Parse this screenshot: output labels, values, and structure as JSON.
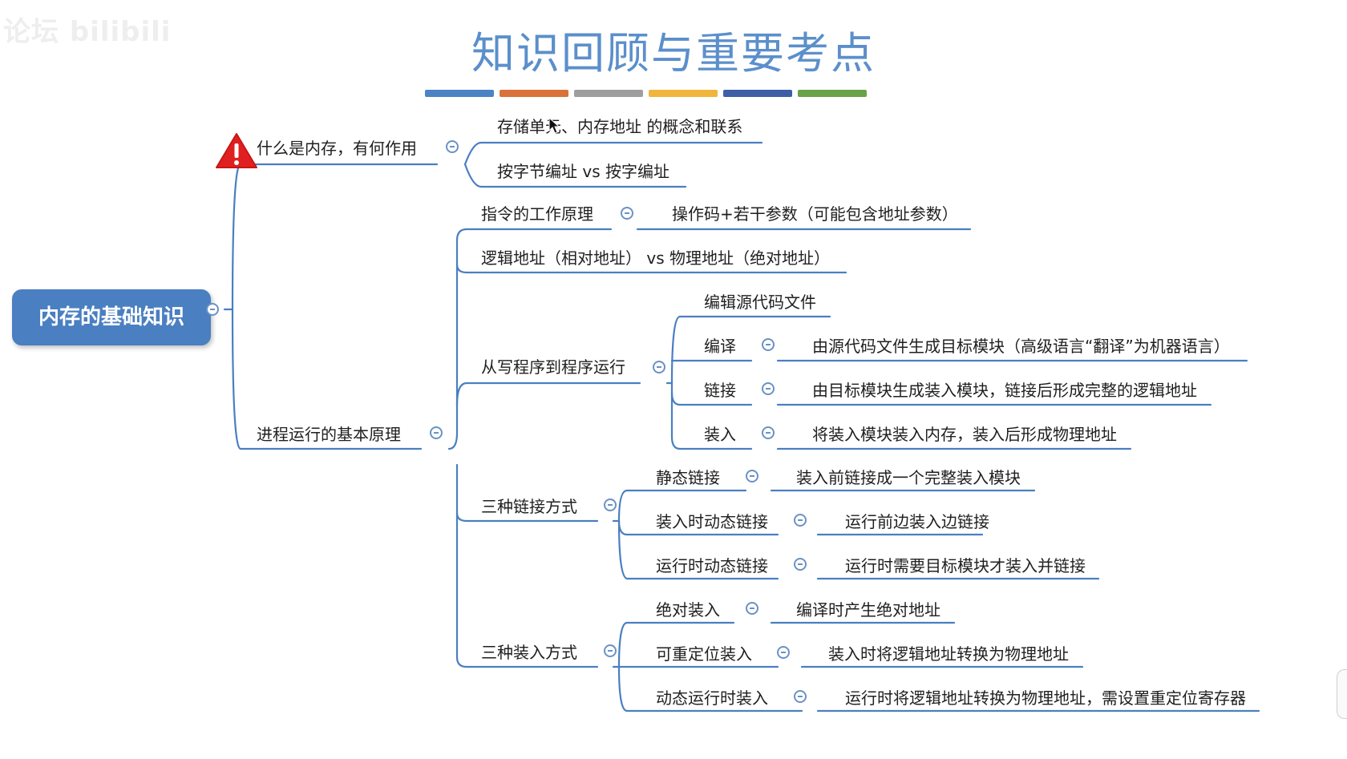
{
  "title": "知识回顾与重要考点",
  "watermark": "论坛 bilibili",
  "color_bars": [
    "#4a84c4",
    "#d9733a",
    "#9e9e9e",
    "#f0b53b",
    "#3e5fa6",
    "#6aa24a"
  ],
  "root": {
    "label": "内存的基础知识"
  },
  "branches": {
    "memory": {
      "label": "什么是内存，有何作用",
      "children": [
        "存储单元、内存地址 的概念和联系",
        "按字节编址 vs 按字编址"
      ]
    },
    "process": {
      "label": "进程运行的基本原理",
      "instruction": {
        "label": "指令的工作原理",
        "detail": "操作码+若干参数（可能包含地址参数）"
      },
      "address": {
        "label": "逻辑地址（相对地址） vs 物理地址（绝对地址）"
      },
      "program": {
        "label": "从写程序到程序运行",
        "edit": "编辑源代码文件",
        "compile": {
          "label": "编译",
          "detail": "由源代码文件生成目标模块（高级语言“翻译”为机器语言）"
        },
        "link": {
          "label": "链接",
          "detail": "由目标模块生成装入模块，链接后形成完整的逻辑地址"
        },
        "load": {
          "label": "装入",
          "detail": "将装入模块装入内存，装入后形成物理地址"
        }
      },
      "linking": {
        "label": "三种链接方式",
        "items": [
          {
            "label": "静态链接",
            "detail": "装入前链接成一个完整装入模块"
          },
          {
            "label": "装入时动态链接",
            "detail": "运行前边装入边链接"
          },
          {
            "label": "运行时动态链接",
            "detail": "运行时需要目标模块才装入并链接"
          }
        ]
      },
      "loading": {
        "label": "三种装入方式",
        "items": [
          {
            "label": "绝对装入",
            "detail": "编译时产生绝对地址"
          },
          {
            "label": "可重定位装入",
            "detail": "装入时将逻辑地址转换为物理地址"
          },
          {
            "label": "动态运行时装入",
            "detail": "运行时将逻辑地址转换为物理地址，需设置重定位寄存器"
          }
        ]
      }
    }
  },
  "colors": {
    "line": "#4a7fc1",
    "root_fill": "#4a7fc1",
    "title": "#5b8fcb",
    "warning": "#e02020"
  },
  "icons": {
    "warning": "warning-triangle-icon",
    "collapse": "collapse-minus-icon",
    "cursor": "mouse-cursor-icon"
  }
}
